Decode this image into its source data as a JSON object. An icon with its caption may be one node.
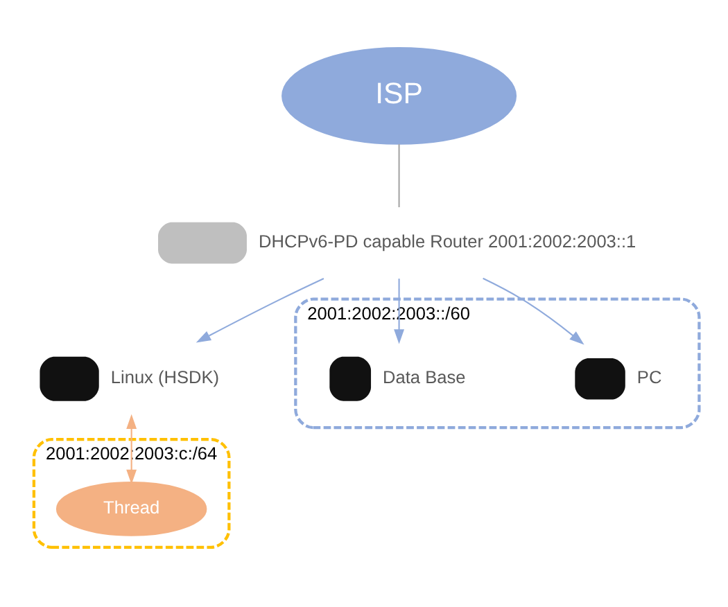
{
  "diagram": {
    "nodes": [
      {
        "text": [
          "ISP"
        ]
      },
      {
        "text": [],
        "shape": "router",
        "beside": [
          "DHCPv6-PD capable Router 2001:2002:2003::1"
        ]
      },
      {
        "text": [
          "2001:2002:2003::/60"
        ]
      },
      {
        "text": [
          "2001:2002:2003:c:/64"
        ]
      },
      {
        "text": [],
        "shape": "computer",
        "beside": [
          "Linux (HSDK)"
        ]
      },
      {
        "text": [],
        "shape": "monitor",
        "in": 2,
        "beside": [
          "PC"
        ]
      },
      {
        "text": [],
        "shape": "database",
        "in": 2,
        "beside": [
          "Data Base"
        ]
      },
      {
        "text": [
          "Thread"
        ],
        "in": 3
      }
    ],
    "edges": [
      {
        "from": 0,
        "to": 1,
        "arrow": "none",
        "color": "#a6a6a6"
      },
      {
        "from": 1,
        "to": 4,
        "arrow": "to"
      },
      {
        "from": 1,
        "to": 5,
        "arrow": "to"
      },
      {
        "from": 1,
        "to": 6,
        "arrow": "to"
      },
      {
        "from": 4,
        "to": 7,
        "arrow": "both",
        "color": "#f4b183"
      }
    ]
  }
}
